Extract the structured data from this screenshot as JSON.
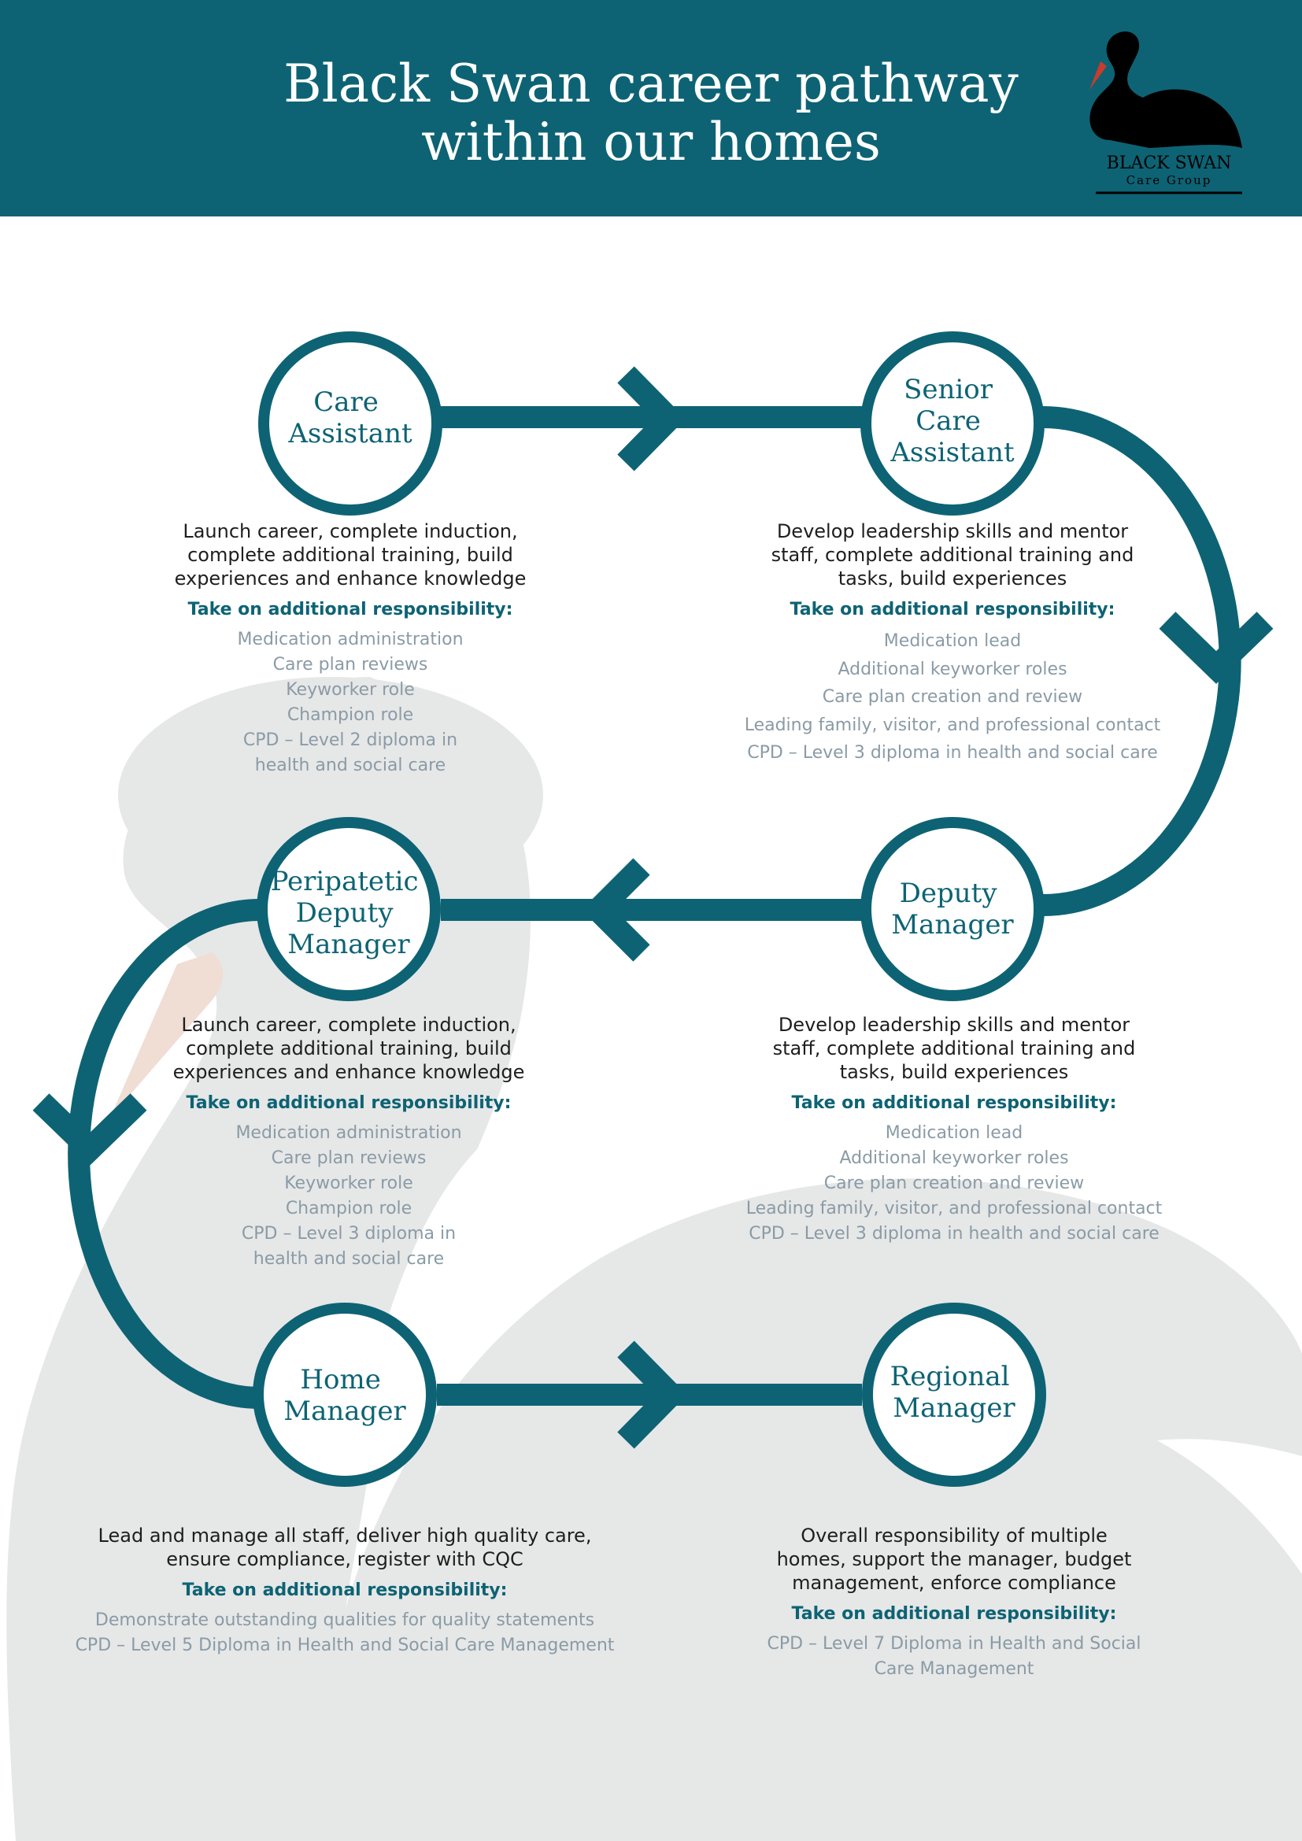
{
  "colors": {
    "teal": "#0d6374",
    "body_text": "#1e1e1e",
    "muted_text": "#8a9ba6",
    "swan_background": "#e6e7e7",
    "beak": "#f0ddd3"
  },
  "header": {
    "title_lines": [
      "Black Swan career pathway",
      "within our homes"
    ],
    "logo": {
      "icon": "black-swan-icon",
      "name": "BLACK SWAN",
      "tagline": "Care Group"
    }
  },
  "stages": [
    {
      "role_lines": [
        "Care",
        "Assistant"
      ],
      "description_lines": [
        "Launch career, complete induction,",
        "complete additional training, build",
        "experiences and enhance knowledge"
      ],
      "responsibility_heading": "Take on additional responsibility:",
      "responsibilities": [
        "Medication administration",
        "Care plan reviews",
        "Keyworker role",
        "Champion role",
        "CPD – Level 2 diploma in",
        "health and social care"
      ]
    },
    {
      "role_lines": [
        "Senior",
        "Care",
        "Assistant"
      ],
      "description_lines": [
        "Develop leadership skills and mentor",
        "staff, complete additional training and",
        "tasks, build experiences"
      ],
      "responsibility_heading": "Take on additional responsibility:",
      "responsibilities": [
        "Medication lead",
        "Additional keyworker roles",
        "Care plan creation and review",
        "Leading family, visitor, and professional contact",
        "CPD – Level 3 diploma in health and social care"
      ]
    },
    {
      "role_lines": [
        "Peripatetic",
        "Deputy",
        "Manager"
      ],
      "description_lines": [
        "Launch career, complete induction,",
        "complete additional training, build",
        "experiences and enhance knowledge"
      ],
      "responsibility_heading": "Take on additional responsibility:",
      "responsibilities": [
        "Medication administration",
        "Care plan reviews",
        "Keyworker role",
        "Champion role",
        "CPD – Level 3 diploma in",
        "health and social care"
      ]
    },
    {
      "role_lines": [
        "Deputy",
        "Manager"
      ],
      "description_lines": [
        "Develop leadership skills and mentor",
        "staff, complete additional training and",
        "tasks, build experiences"
      ],
      "responsibility_heading": "Take on additional responsibility:",
      "responsibilities": [
        "Medication lead",
        "Additional keyworker roles",
        "Care plan creation and review",
        "Leading family, visitor, and professional contact",
        "CPD – Level 3 diploma in health and social care"
      ]
    },
    {
      "role_lines": [
        "Home",
        "Manager"
      ],
      "description_lines": [
        "Lead and manage all staff, deliver high quality care,",
        "ensure compliance, register with CQC"
      ],
      "responsibility_heading": "Take on additional responsibility:",
      "responsibilities": [
        "Demonstrate outstanding qualities for quality statements",
        "CPD – Level 5 Diploma in Health and Social Care Management"
      ]
    },
    {
      "role_lines": [
        "Regional",
        "Manager"
      ],
      "description_lines": [
        "Overall responsibility of multiple",
        "homes, support the manager, budget",
        "management, enforce compliance"
      ],
      "responsibility_heading": "Take on additional responsibility:",
      "responsibilities": [
        "CPD – Level 7 Diploma in Health and Social",
        "Care Management"
      ]
    }
  ]
}
